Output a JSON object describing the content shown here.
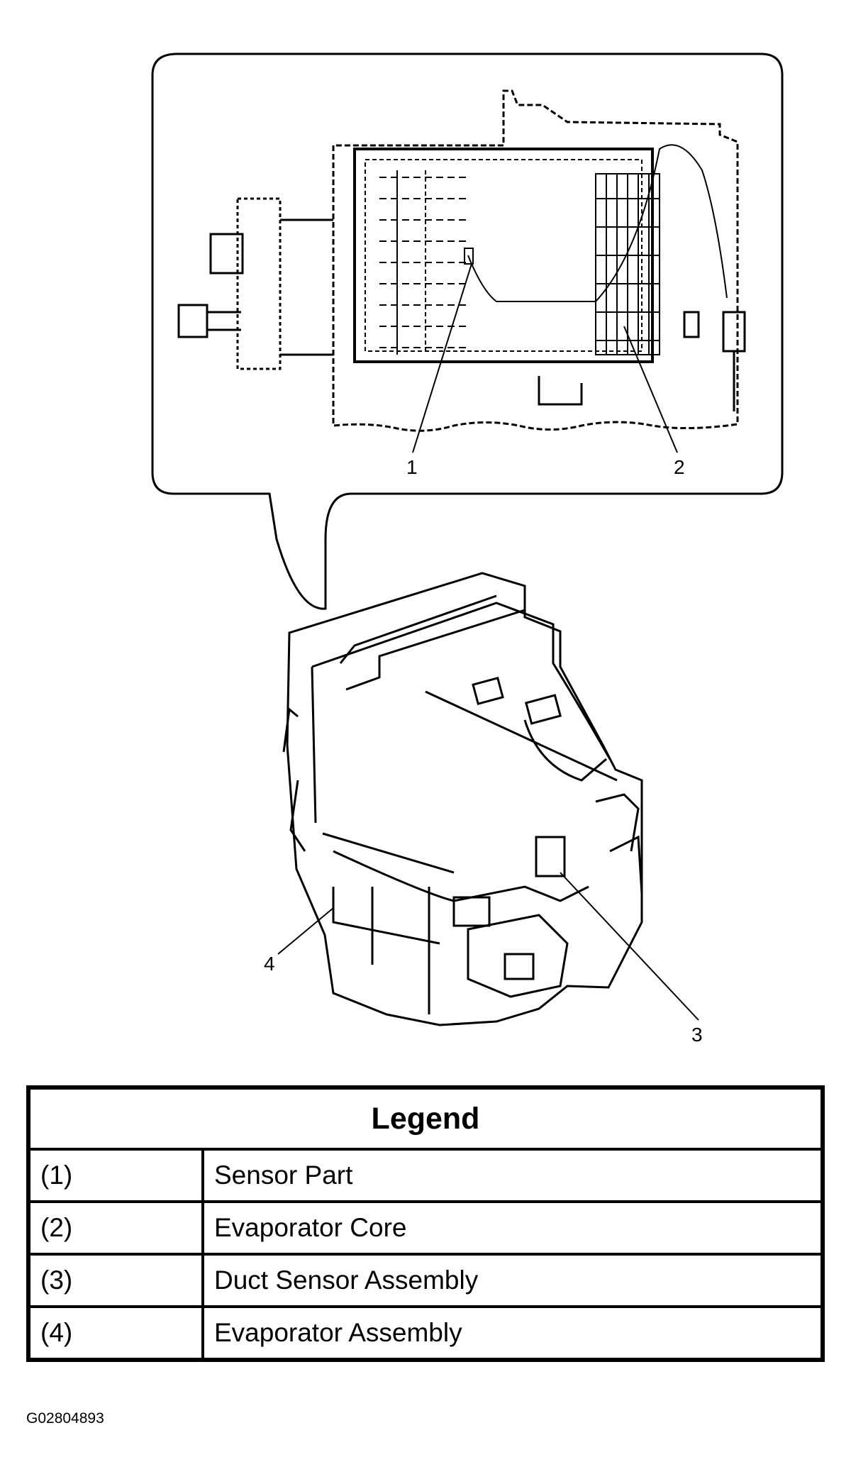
{
  "callouts": {
    "c1": "1",
    "c2": "2",
    "c3": "3",
    "c4": "4"
  },
  "legend": {
    "title": "Legend",
    "rows": [
      {
        "num": "(1)",
        "label": "Sensor Part"
      },
      {
        "num": "(2)",
        "label": "Evaporator Core"
      },
      {
        "num": "(3)",
        "label": "Duct Sensor Assembly"
      },
      {
        "num": "(4)",
        "label": "Evaporator Assembly"
      }
    ]
  },
  "figure_id": "G02804893"
}
